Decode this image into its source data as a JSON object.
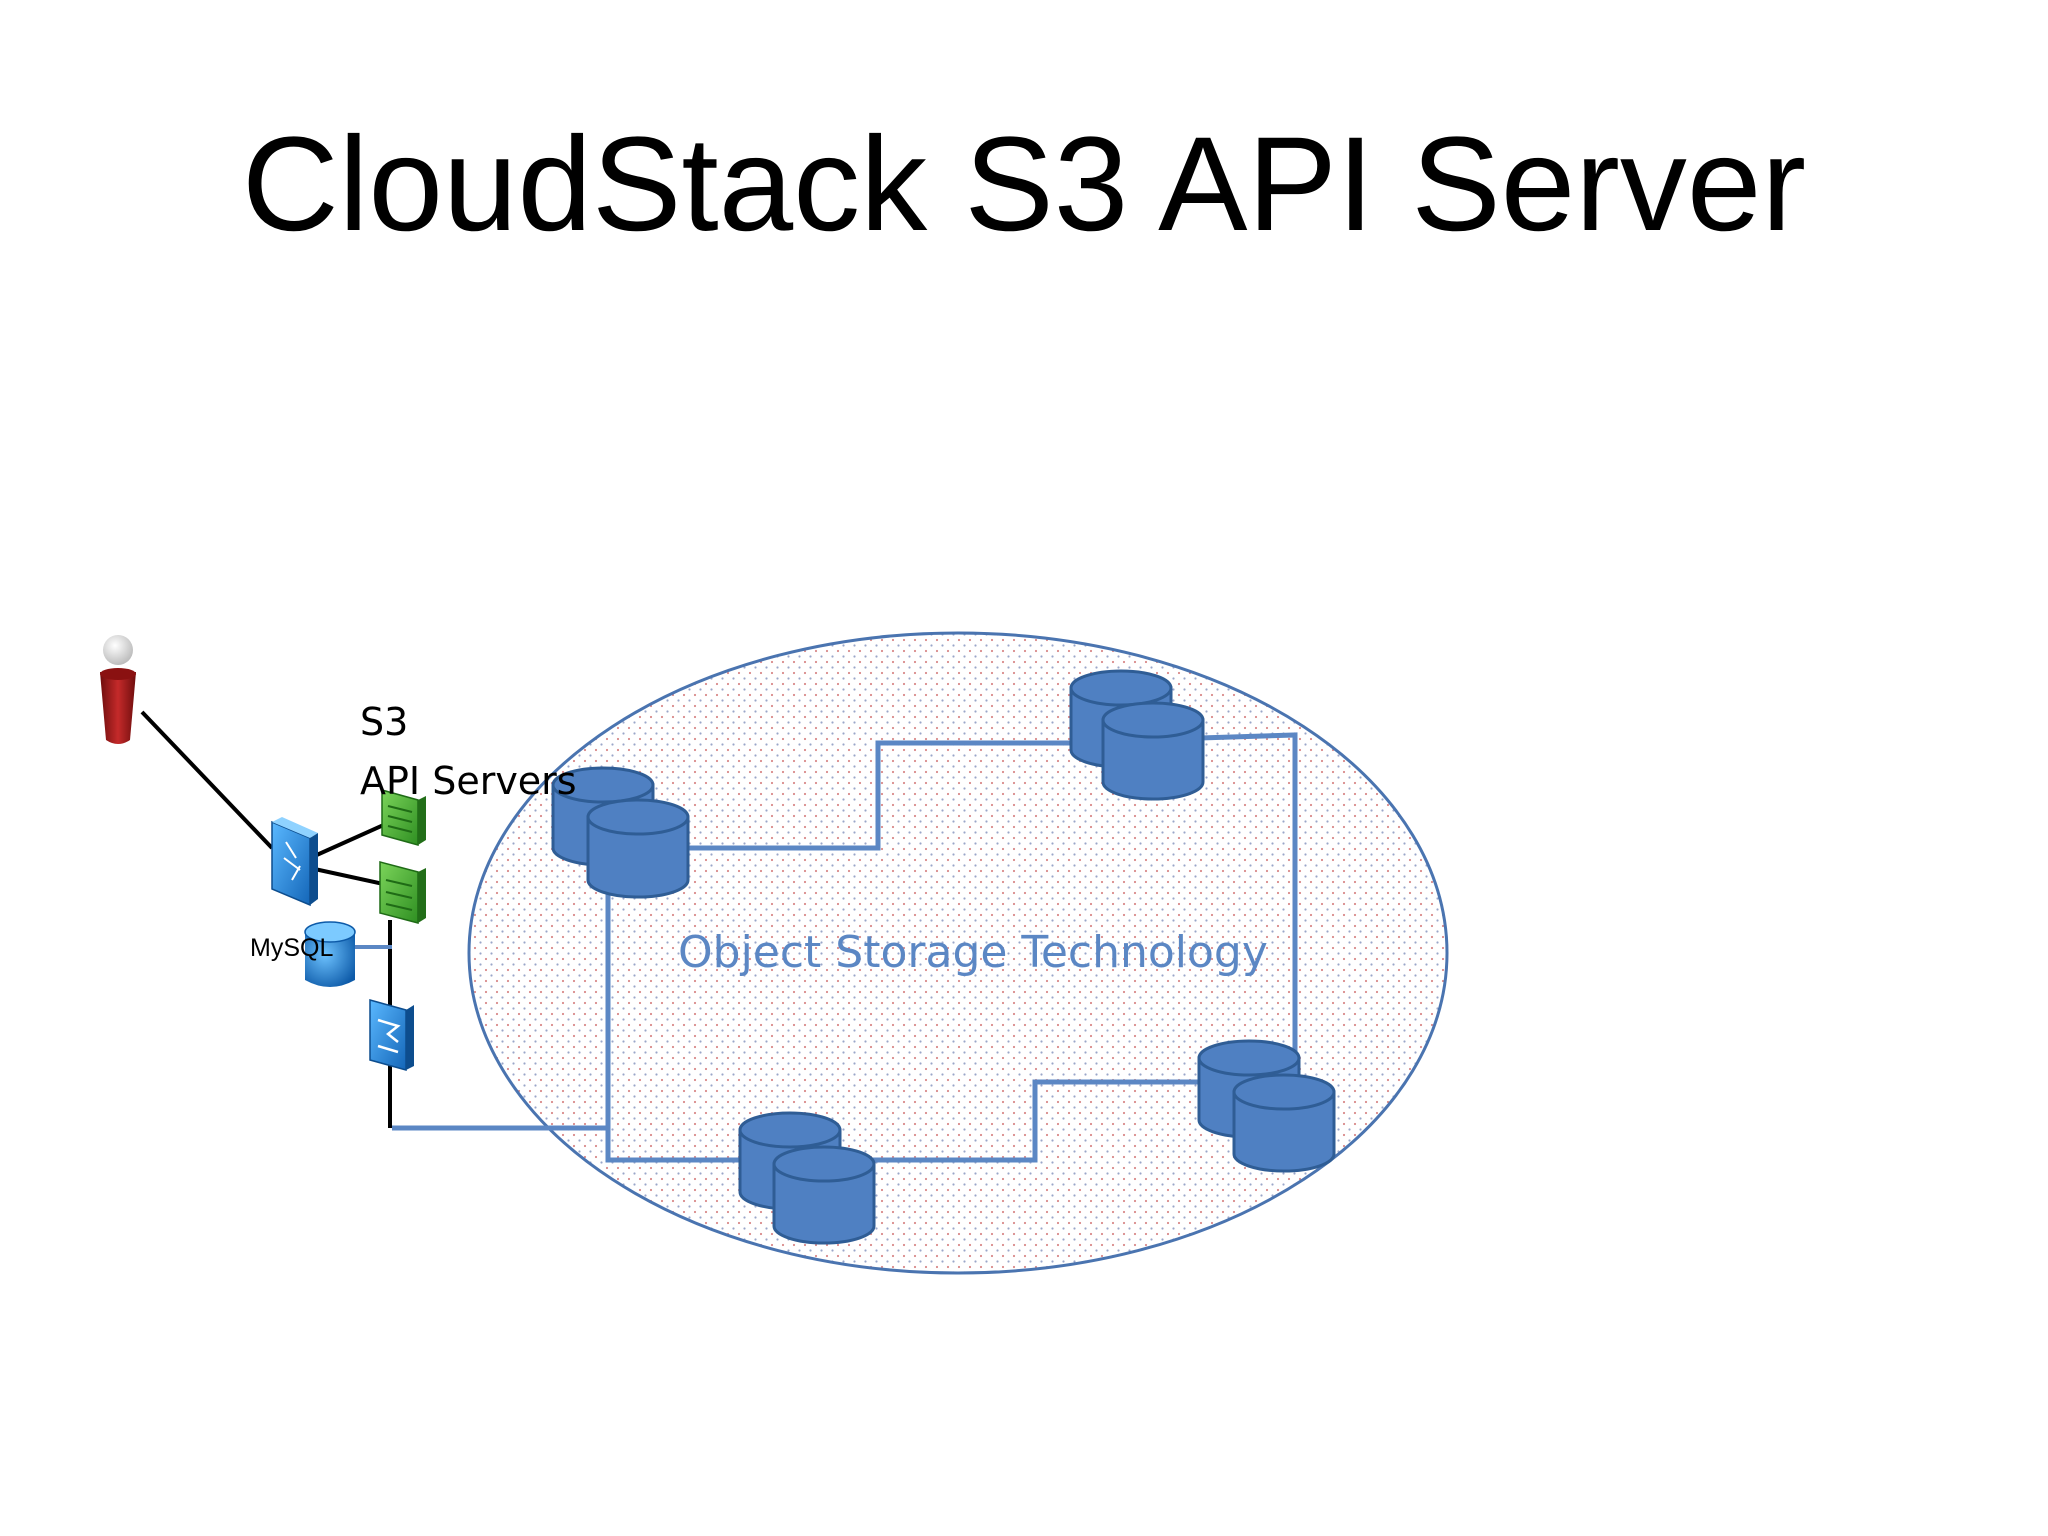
{
  "slide": {
    "title": "CloudStack S3 API Server"
  },
  "diagram": {
    "label_s3_line1": "S3",
    "label_s3_line2": "API Servers",
    "label_mysql": "MySQL",
    "label_storage": "Object Storage Technology"
  },
  "colors": {
    "cylinder_fill": "#4f80c2",
    "cylinder_stroke": "#2f5d95",
    "storage_text": "#5b87c4",
    "connector_blue": "#5b87c4",
    "server_green": "#4fb73a",
    "user_red": "#a31919",
    "switch_blue": "#2f8ee0"
  }
}
